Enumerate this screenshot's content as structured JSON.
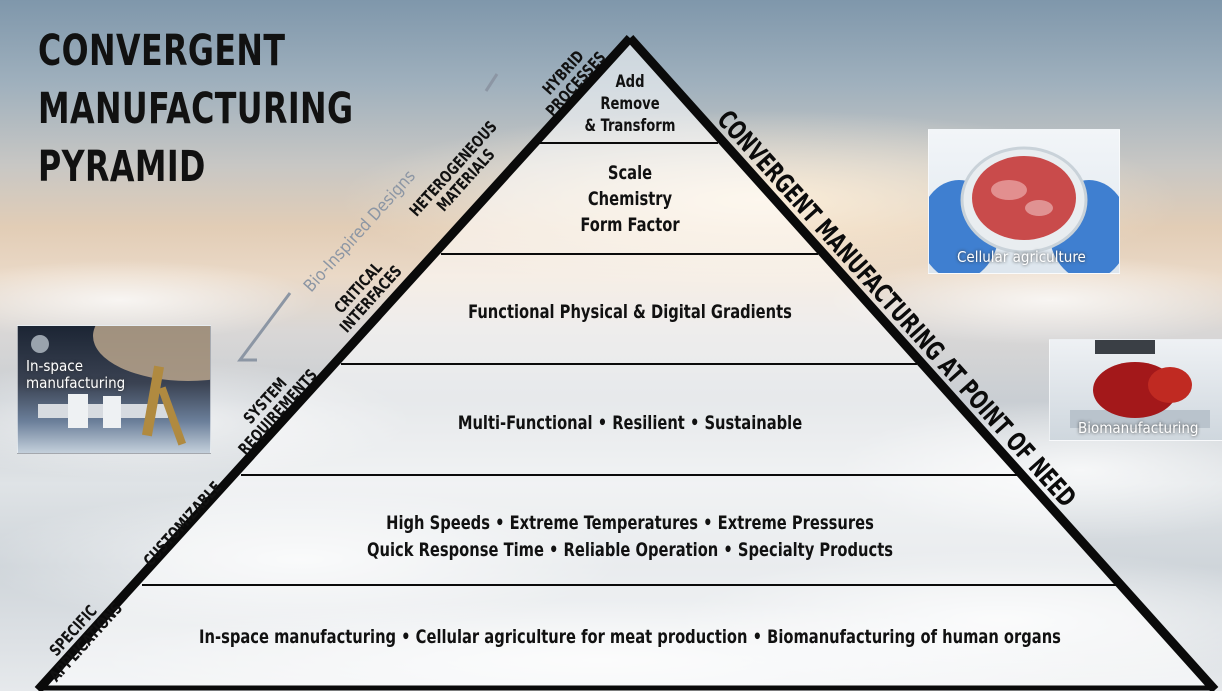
{
  "title_lines": [
    "CONVERGENT",
    "MANUFACTURING",
    "PYRAMID"
  ],
  "right_slogan": "CONVERGENT MANUFACTURING AT POINT OF NEED",
  "bio_inspired_label": "Bio-Inspired Designs",
  "tiers": [
    {
      "lines": [
        "Add",
        "Remove",
        "& Transform"
      ]
    },
    {
      "lines": [
        "Scale",
        "Chemistry",
        "Form Factor"
      ]
    },
    {
      "lines": [
        "Functional Physical & Digital Gradients"
      ]
    },
    {
      "lines": [
        "Multi-Functional • Resilient • Sustainable"
      ]
    },
    {
      "lines": [
        "High Speeds • Extreme Temperatures • Extreme Pressures",
        "Quick Response Time • Reliable Operation • Specialty Products"
      ]
    },
    {
      "lines": [
        "In-space manufacturing • Cellular agriculture for meat production • Biomanufacturing of human organs"
      ]
    }
  ],
  "side_labels": {
    "hybrid_processes": [
      "HYBRID",
      "PROCESSES"
    ],
    "heterogeneous_materials": [
      "HETEROGENEOUS",
      "MATERIALS"
    ],
    "critical_interfaces": [
      "CRITICAL",
      "INTERFACES"
    ],
    "system_requirements": [
      "SYSTEM",
      "REQUIREMENTS"
    ],
    "customizable": [
      "CUSTOMIZABLE"
    ],
    "specific_applications": [
      "SPECIFIC",
      "APPLICATIONS"
    ]
  },
  "photos": {
    "in_space": {
      "label_lines": [
        "In-space",
        "manufacturing"
      ],
      "icon": "space-station-image"
    },
    "cellular": {
      "label": "Cellular agriculture",
      "icon": "lab-grown-meat-image"
    },
    "bio": {
      "label": "Biomanufacturing",
      "icon": "bioprinted-heart-image"
    }
  },
  "colors": {
    "outline": "#0a0a0a",
    "bracket": "#8c96a4",
    "text": "#111111"
  }
}
